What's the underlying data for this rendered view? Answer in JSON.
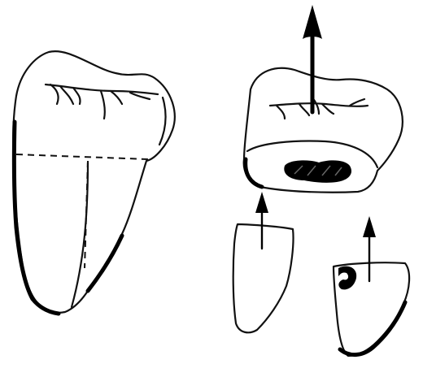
{
  "figure": {
    "ink_color": "#000000",
    "paper_color": "#ffffff",
    "parts": [
      "tooth-side-view",
      "tooth-crown-cross-section",
      "root-fragment-left",
      "root-fragment-right"
    ],
    "arrows": [
      "up-arrow-crown",
      "up-arrow-root-left",
      "up-arrow-root-right"
    ]
  }
}
